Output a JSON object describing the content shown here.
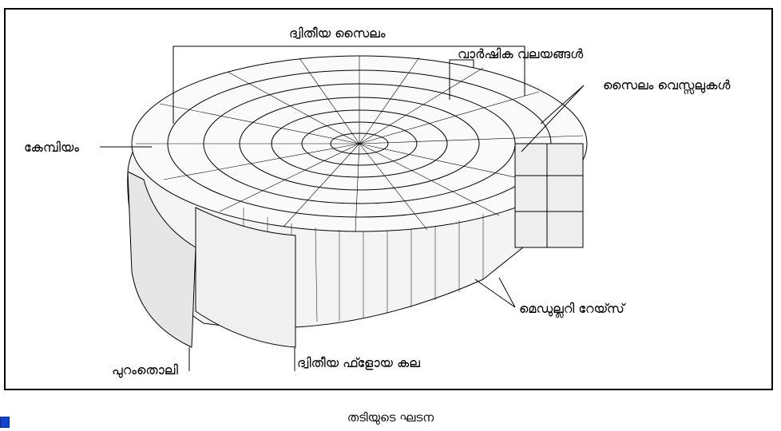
{
  "labels": {
    "secondary_xylem": "ദ്വിതീയ സൈലം",
    "annual_rings": "വാർഷിക വലയങ്ങൾ",
    "xylem_vessels": "സൈലം വെസ്സലുകൾ",
    "cambium": "കേമ്പിയം",
    "medullary_rays": "മെഡുല്ലറി റേയ്സ്",
    "bark": "പുറംതൊലി",
    "secondary_phloem": "ദ്വിതീയ ഫ്ളോയ കല"
  },
  "caption": "തടിയുടെ ഘടന",
  "colors": {
    "ink": "#000000",
    "background": "#ffffff",
    "corner_box": "#1144cc"
  }
}
